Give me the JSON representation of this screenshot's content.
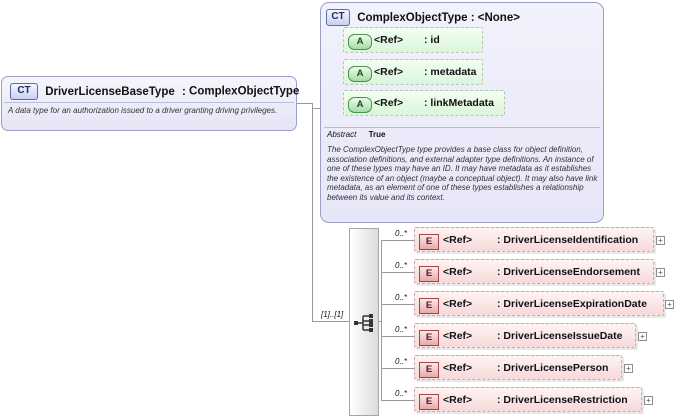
{
  "main_type": {
    "badge": "CT",
    "name": "DriverLicenseBaseType",
    "sep": ":",
    "base": "ComplexObjectType",
    "description": "A data type for an authorization issued to a driver granting driving privileges."
  },
  "base_type": {
    "badge": "CT",
    "title": "ComplexObjectType : <None>",
    "attributes": [
      {
        "badge": "A",
        "ref": "<Ref>",
        "name": ": id"
      },
      {
        "badge": "A",
        "ref": "<Ref>",
        "name": ": metadata"
      },
      {
        "badge": "A",
        "ref": "<Ref>",
        "name": ": linkMetadata"
      }
    ],
    "abstract_label": "Abstract",
    "abstract_value": "True",
    "description": "The ComplexObjectType type provides a base class for object definition, association definitions, and external adapter type definitions. An instance of one of these types may have an ID. It may have metadata as it establishes the existence of an object (maybe a conceptual object). It may also have link metadata, as an element of one of these types establishes a relationship between its value and its context."
  },
  "sequence": {
    "cardinality": "[1]..[1]",
    "elements": [
      {
        "badge": "E",
        "ref": "<Ref>",
        "name": ": DriverLicenseIdentification",
        "cardinality": "0..*",
        "expand": "+"
      },
      {
        "badge": "E",
        "ref": "<Ref>",
        "name": ": DriverLicenseEndorsement",
        "cardinality": "0..*",
        "expand": "+"
      },
      {
        "badge": "E",
        "ref": "<Ref>",
        "name": ": DriverLicenseExpirationDate",
        "cardinality": "0..*",
        "expand": "+"
      },
      {
        "badge": "E",
        "ref": "<Ref>",
        "name": ": DriverLicenseIssueDate",
        "cardinality": "0..*",
        "expand": "+"
      },
      {
        "badge": "E",
        "ref": "<Ref>",
        "name": ": DriverLicensePerson",
        "cardinality": "0..*",
        "expand": "+"
      },
      {
        "badge": "E",
        "ref": "<Ref>",
        "name": ": DriverLicenseRestriction",
        "cardinality": "0..*",
        "expand": "+"
      }
    ]
  }
}
